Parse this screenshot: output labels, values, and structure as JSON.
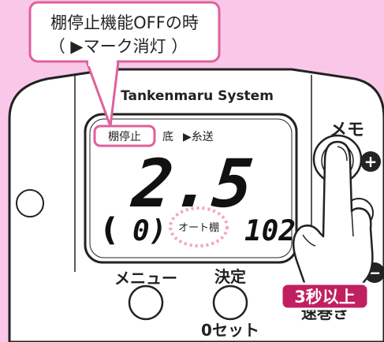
{
  "callout": {
    "line1": "棚停止機能OFFの時",
    "line2": "（ ▶マーク消灯 ）"
  },
  "device": {
    "brand": "Tankenmaru System",
    "lcd": {
      "indicator_shelf_stop": "棚停止",
      "indicator_bottom": "底",
      "indicator_line_feed": "▶糸送",
      "depth_value": "2.5",
      "paren_open": "(",
      "sub_value": "0)",
      "auto_shelf": "オート棚",
      "counter_value": "102"
    },
    "memo_label": "メモ",
    "plus_symbol": "+",
    "minus_symbol": "−",
    "menu_label": "メニュー",
    "enter_label": "決定",
    "zero_set_label": "0セット",
    "speed_label_partial": "速巻き",
    "hold_badge": "3秒以上"
  },
  "colors": {
    "background": "#f9c8e8",
    "accent_pink": "#e0609a",
    "badge_bg": "#c02060",
    "outline": "#222222"
  }
}
